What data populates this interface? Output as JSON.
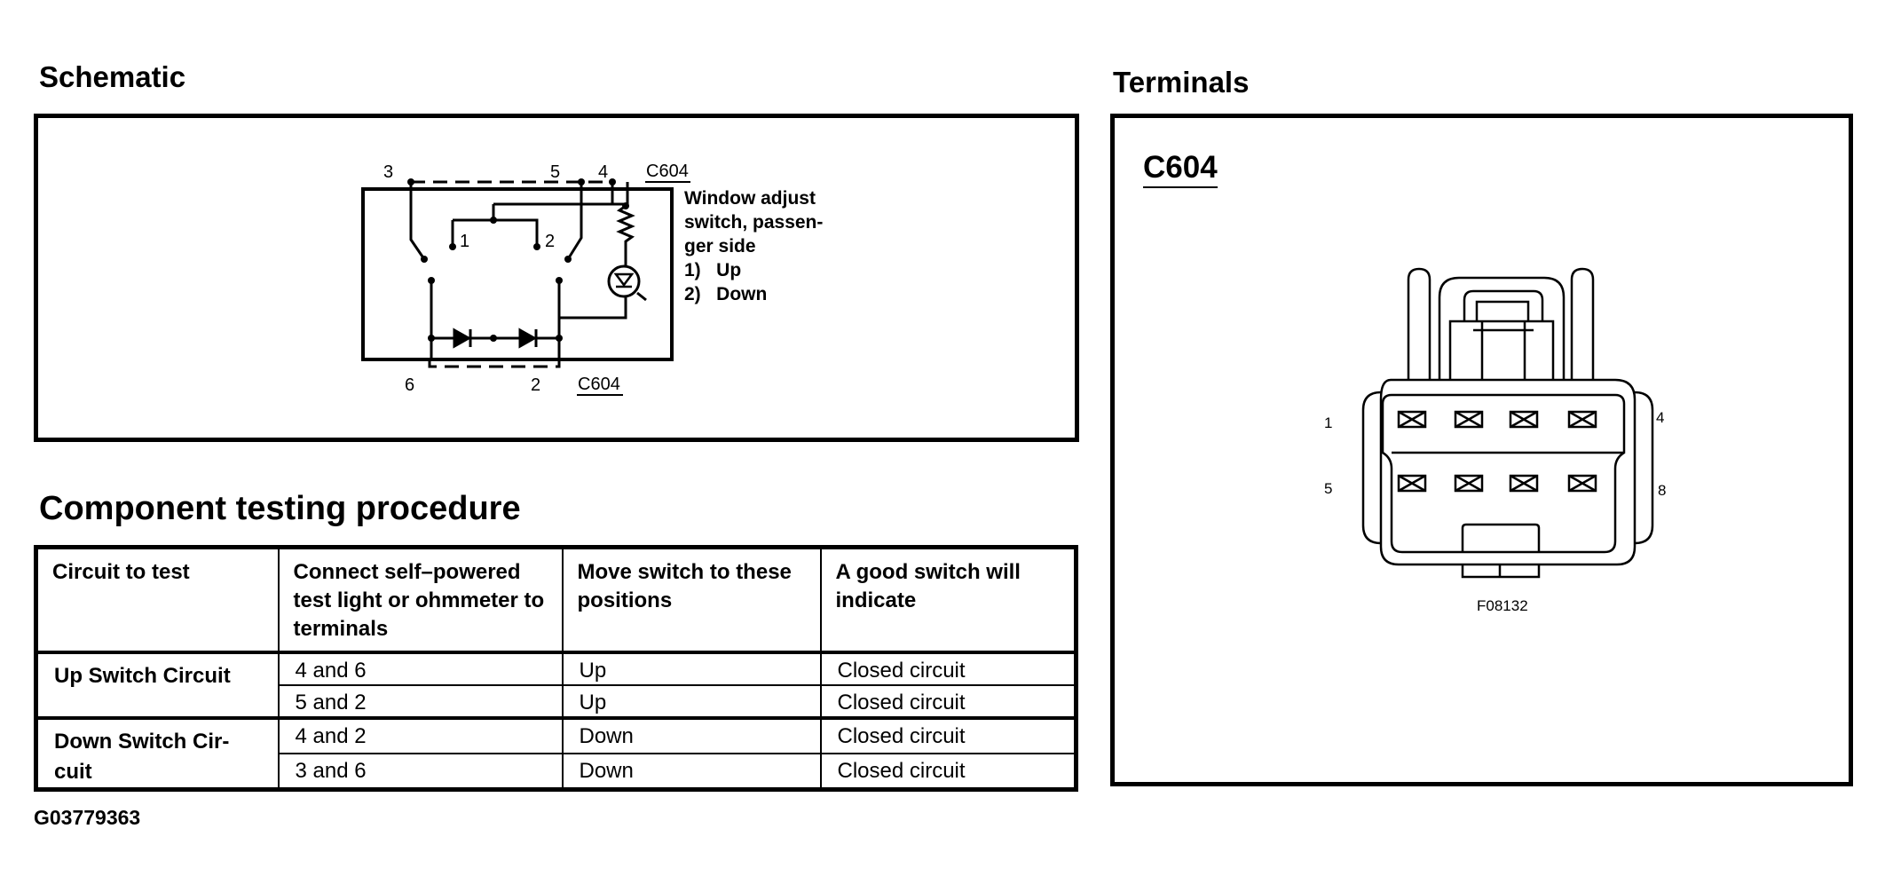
{
  "schematic": {
    "heading": "Schematic",
    "connector_top": "C604",
    "connector_bottom": "C604",
    "pins": {
      "top_left": "3",
      "top_mid": "5",
      "top_right": "4",
      "bottom_left": "6",
      "bottom_right": "2",
      "inner_1": "1",
      "inner_2": "2"
    },
    "description": [
      "Window adjust",
      "switch, passen-",
      "ger side",
      "1)   Up",
      "2)   Down"
    ]
  },
  "procedure": {
    "heading": "Component testing procedure",
    "columns": [
      "Circuit to test",
      "Connect self–powered test light or ohmmeter to terminals",
      "Move switch to these positions",
      "A good switch will indicate"
    ],
    "groups": [
      {
        "circuit": "Up Switch Circuit",
        "rows": [
          {
            "terminals": "4 and 6",
            "position": "Up",
            "indicate": "Closed circuit"
          },
          {
            "terminals": "5 and 2",
            "position": "Up",
            "indicate": "Closed circuit"
          }
        ]
      },
      {
        "circuit": "Down Switch Cir- cuit",
        "rows": [
          {
            "terminals": "4 and 2",
            "position": "Down",
            "indicate": "Closed circuit"
          },
          {
            "terminals": "3 and 6",
            "position": "Down",
            "indicate": "Closed circuit"
          }
        ]
      }
    ]
  },
  "figure_code": "G03779363",
  "terminals": {
    "heading": "Terminals",
    "connector": "C604",
    "pin_labels": {
      "top_left": "1",
      "top_right": "4",
      "bottom_left": "5",
      "bottom_right": "8"
    },
    "figure_code": "F08132"
  }
}
